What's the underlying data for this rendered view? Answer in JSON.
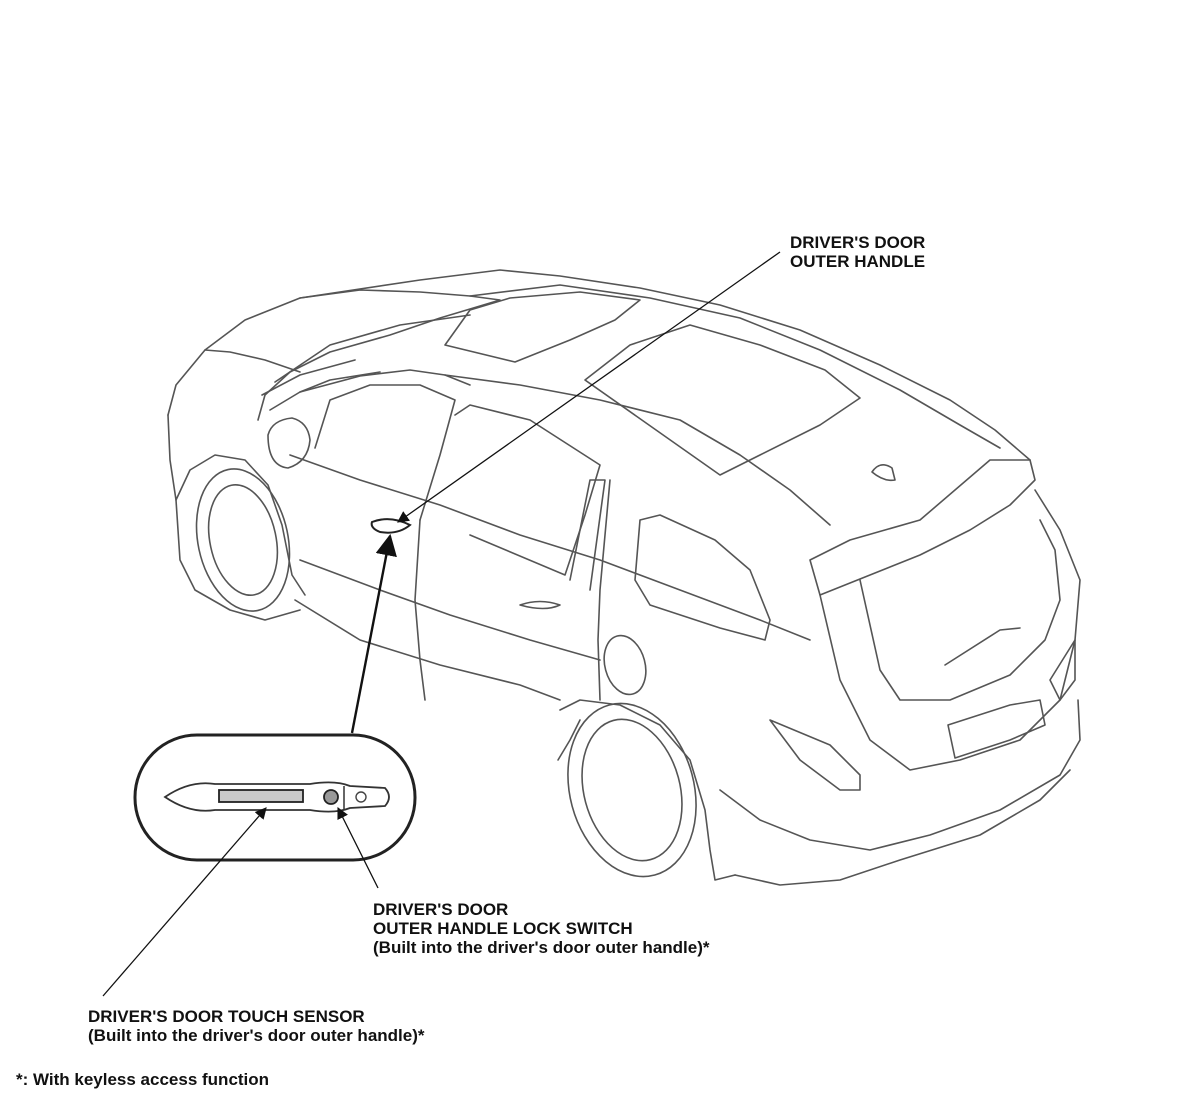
{
  "labels": {
    "outer_handle": {
      "line1": "DRIVER'S DOOR",
      "line2": "OUTER HANDLE"
    },
    "lock_switch": {
      "line1": "DRIVER'S DOOR",
      "line2": "OUTER HANDLE LOCK SWITCH",
      "line3": "(Built into the driver's door outer handle)*"
    },
    "touch_sensor": {
      "line1": "DRIVER'S DOOR TOUCH SENSOR",
      "line2": "(Built into the driver's door outer handle)*"
    },
    "footnote": "*: With keyless access function"
  },
  "colors": {
    "line": "#555555",
    "leader": "#111111",
    "background": "#ffffff"
  }
}
